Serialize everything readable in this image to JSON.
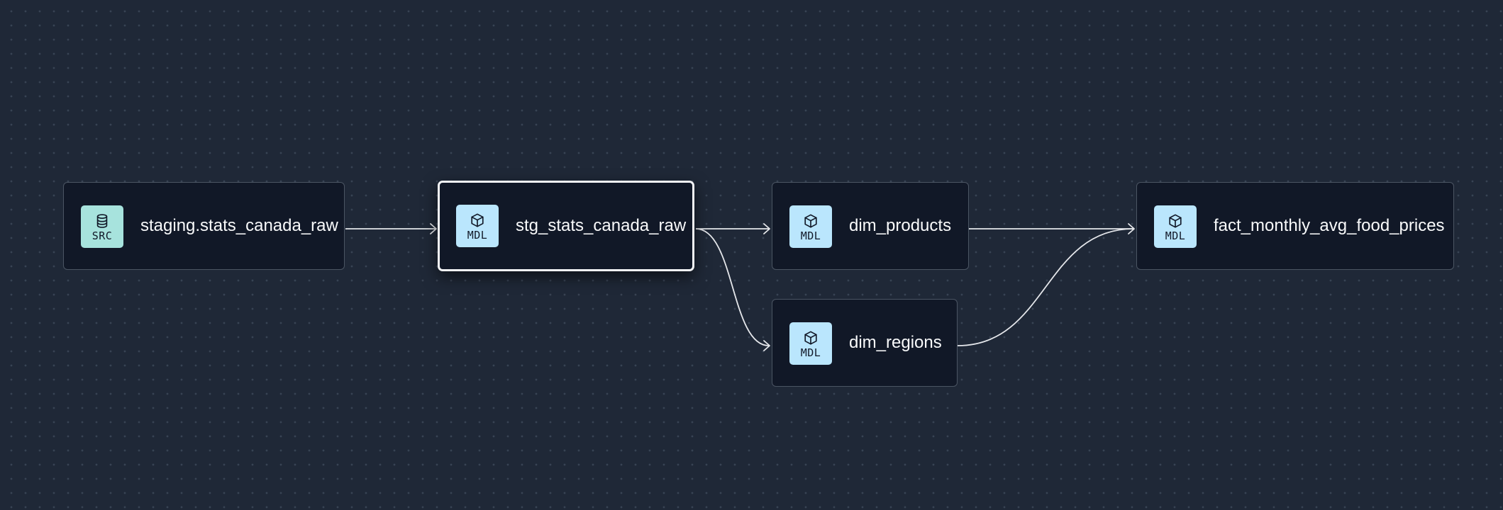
{
  "theme": {
    "background": "#1f2837",
    "node_fill": "#111827",
    "node_border": "#4b5563",
    "selected_border": "#f3f4f6",
    "edge_color": "#e5e7eb",
    "src_badge_color": "#a7e3dd",
    "mdl_badge_color": "#bae6fd"
  },
  "nodes": [
    {
      "id": "src",
      "label": "staging.stats_canada_raw",
      "badge": "SRC",
      "icon": "database-icon",
      "selected": false
    },
    {
      "id": "stg",
      "label": "stg_stats_canada_raw",
      "badge": "MDL",
      "icon": "cube-icon",
      "selected": true
    },
    {
      "id": "dim_products",
      "label": "dim_products",
      "badge": "MDL",
      "icon": "cube-icon",
      "selected": false
    },
    {
      "id": "dim_regions",
      "label": "dim_regions",
      "badge": "MDL",
      "icon": "cube-icon",
      "selected": false
    },
    {
      "id": "fact",
      "label": "fact_monthly_avg_food_prices",
      "badge": "MDL",
      "icon": "cube-icon",
      "selected": false
    }
  ],
  "edges": [
    {
      "from": "src",
      "to": "stg"
    },
    {
      "from": "stg",
      "to": "dim_products"
    },
    {
      "from": "stg",
      "to": "dim_regions"
    },
    {
      "from": "dim_products",
      "to": "fact"
    },
    {
      "from": "dim_regions",
      "to": "fact"
    }
  ]
}
